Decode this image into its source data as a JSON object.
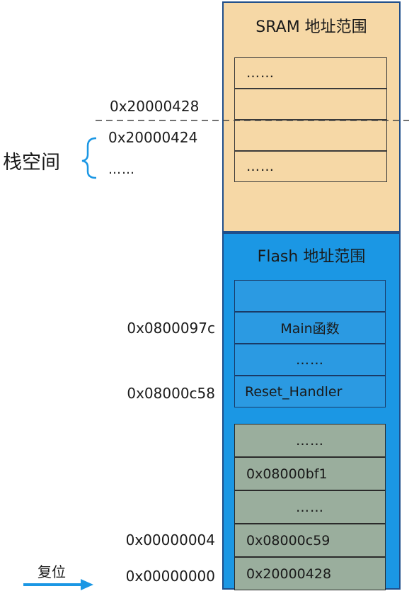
{
  "sram": {
    "title": "SRAM 地址范围",
    "cells": [
      "……",
      "",
      "",
      "……"
    ]
  },
  "flash": {
    "title": "Flash 地址范围",
    "cells": [
      "",
      "Main函数",
      "……",
      "Reset_Handler"
    ]
  },
  "vector_table": {
    "cells": [
      "……",
      "0x08000bf1",
      "……",
      "0x08000c59",
      "0x20000428"
    ]
  },
  "left_labels": {
    "sp_top": "0x20000428",
    "sp_next": "0x20000424",
    "sp_dots": "……",
    "stack_space": "栈空间",
    "main_addr": "0x0800097c",
    "reset_addr": "0x08000c58",
    "vec_reset": "0x00000004",
    "vec_sp": "0x00000000",
    "reset_label": "复位"
  },
  "colors": {
    "sram_fill": "#f6d8a6",
    "flash_fill": "#1b97e4",
    "vector_fill": "#9aae9d",
    "arrow": "#1b97e4"
  }
}
